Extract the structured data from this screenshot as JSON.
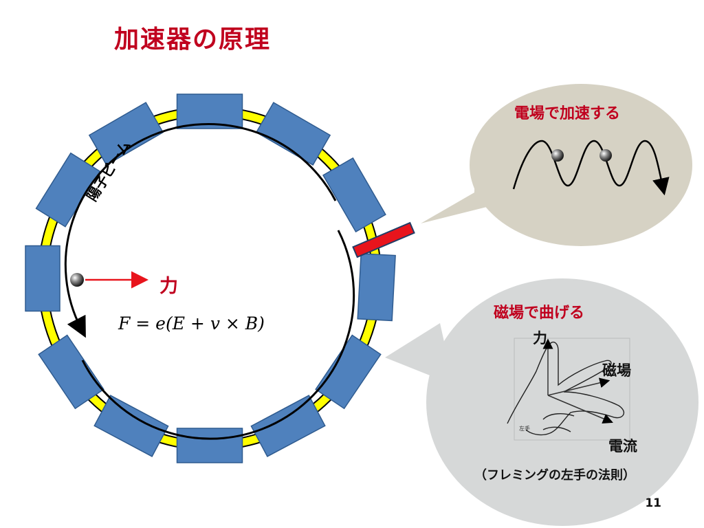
{
  "slide": {
    "title": "加速器の原理",
    "page_number": "11"
  },
  "ring": {
    "beam_label": "陽子ビーム",
    "force_label": "力",
    "formula": "F = e(E + v × B)",
    "colors": {
      "magnet": "#4f81bd",
      "pipe": "#ffff00",
      "cavity": "#e8141c",
      "force_arrow": "#e8141c"
    }
  },
  "efield_bubble": {
    "title": "電場で加速する",
    "color": "#d6d2c4"
  },
  "bfield_bubble": {
    "title": "磁場で曲げる",
    "color": "#d6d8d8",
    "force": "力",
    "field": "磁場",
    "current": "電流",
    "hand": "左手",
    "caption": "（フレミングの左手の法則）"
  }
}
